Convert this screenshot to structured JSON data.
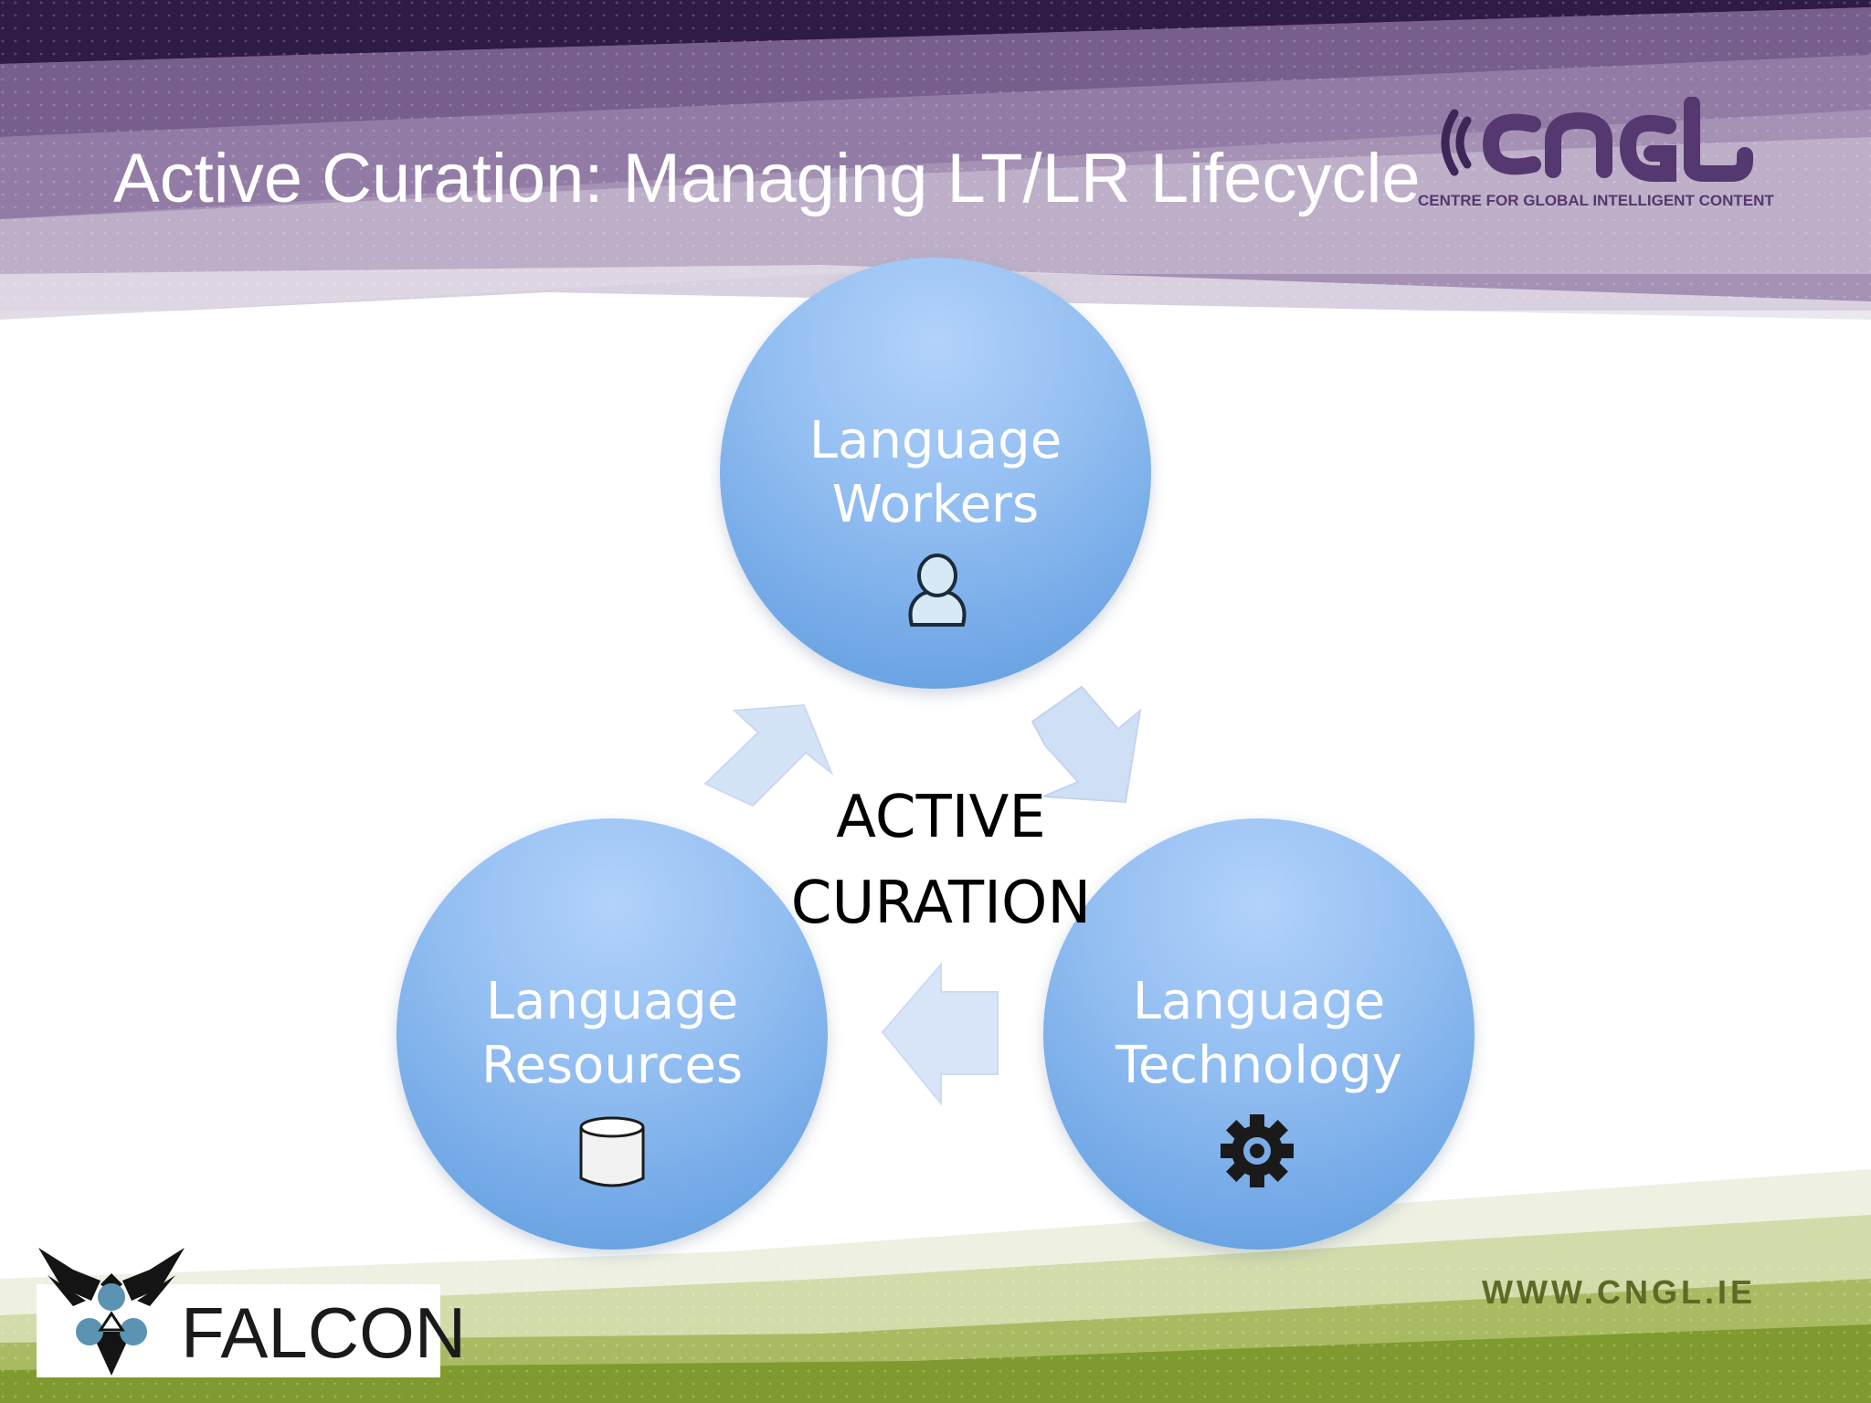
{
  "slide": {
    "title": "Active Curation: Managing LT/LR Lifecycle",
    "brand_logo_text": "CNGL",
    "brand_tagline": "CENTRE FOR GLOBAL INTELLIGENT CONTENT",
    "url": "WWW.CNGL.IE",
    "falcon_label": "FALCON"
  },
  "diagram": {
    "center_line1": "ACTIVE",
    "center_line2": "CURATION",
    "nodes": [
      {
        "line1": "Language",
        "line2": "Workers",
        "icon": "person-icon"
      },
      {
        "line1": "Language",
        "line2": "Technology",
        "icon": "gear-icon"
      },
      {
        "line1": "Language",
        "line2": "Resources",
        "icon": "database-icon"
      }
    ],
    "flow": [
      "Language Workers",
      "Language Technology",
      "Language Resources",
      "Language Workers"
    ]
  },
  "colors": {
    "header_purple": "#9b86a8",
    "header_dark": "#3a2350",
    "circle_blue": "#78aee8",
    "arrow_blue": "#cfe0f8",
    "footer_green": "#7f9a2e"
  }
}
